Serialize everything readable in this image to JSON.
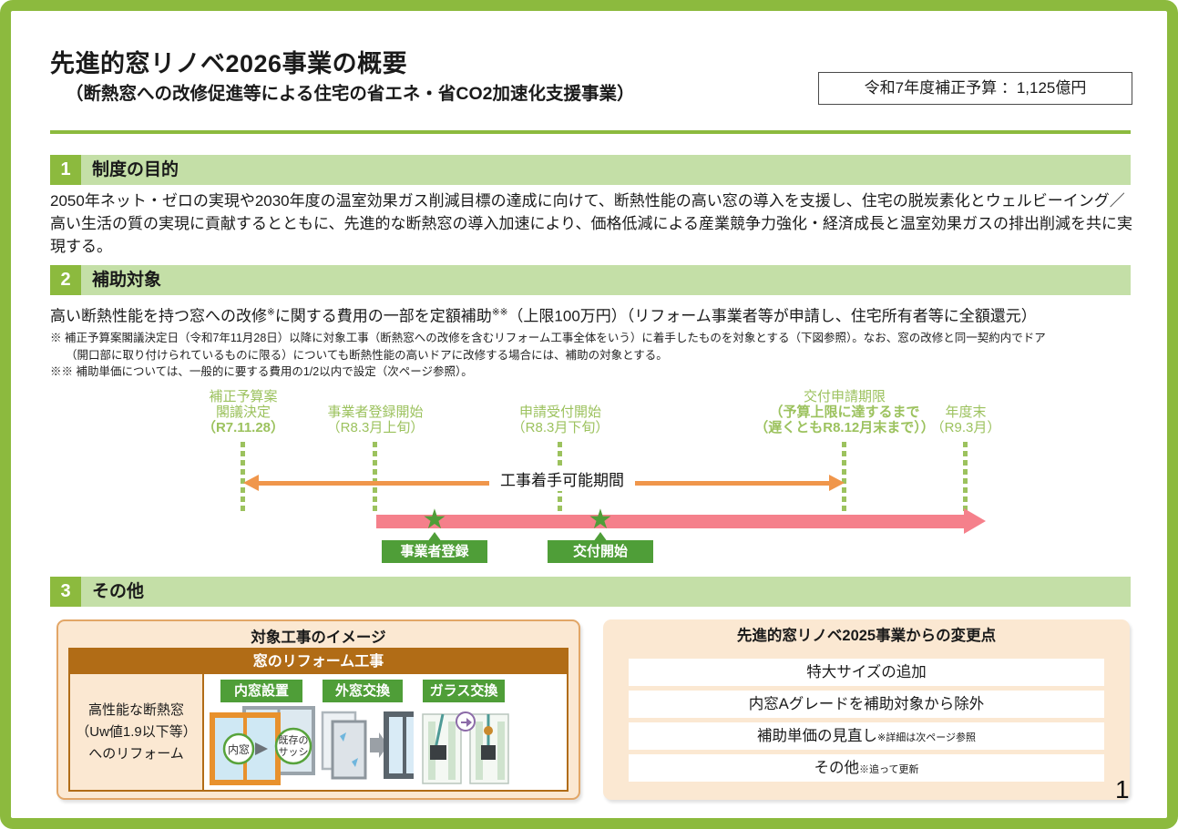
{
  "header": {
    "title": "先進的窓リノベ2026事業の概要",
    "subtitle": "（断熱窓への改修促進等による住宅の省エネ・省CO2加速化支援事業）",
    "budget": "令和7年度補正予算 ：1,125億円"
  },
  "sections": {
    "purpose": {
      "number": "1",
      "title": "制度の目的",
      "body": "2050年ネット・ゼロの実現や2030年度の温室効果ガス削減目標の達成に向けて、断熱性能の高い窓の導入を支援し、住宅の脱炭素化とウェルビーイング／高い生活の質の実現に貢献するとともに、先進的な断熱窓の導入加速により、価格低減による産業競争力強化・経済成長と温室効果ガスの排出削減を共に実現する。"
    },
    "subsidy": {
      "number": "2",
      "title": "補助対象",
      "body_p1": "高い断熱性能を持つ窓への改修",
      "body_sup1": "※",
      "body_p2": "に関する費用の一部を定額補助",
      "body_sup2": "※※",
      "body_p3": "（上限100万円）（リフォーム事業者等が申請し、住宅所有者等に全額還元）",
      "note1_line1": "※ 補正予算案閣議決定日（令和7年11月28日）以降に対象工事（断熱窓への改修を含むリフォーム工事全体をいう）に着手したものを対象とする（下図参照）。なお、窓の改修と同一契約内でドア",
      "note1_line2": "（開口部に取り付けられているものに限る）についても断熱性能の高いドアに改修する場合には、補助の対象とする。",
      "note2": "※※ 補助単価については、一般的に要する費用の1/2以内で設定（次ページ参照）。"
    },
    "other": {
      "number": "3",
      "title": "その他"
    }
  },
  "timeline": {
    "milestones": [
      {
        "name": "補正予算案\n閣議決定",
        "date": "（R7.11.28）"
      },
      {
        "name": "事業者登録開始",
        "date": "（R8.3月上旬）"
      },
      {
        "name": "申請受付開始",
        "date": "（R8.3月下旬）"
      },
      {
        "name": "交付申請期限",
        "date": "（予算上限に達するまで\n（遅くともR8.12月末まで））"
      },
      {
        "name": "年度末",
        "date": "（R9.3月）"
      }
    ],
    "period_label": "工事着手可能期間",
    "events": [
      {
        "label": "事業者登録"
      },
      {
        "label": "交付開始"
      }
    ]
  },
  "work_image_box": {
    "title": "対象工事のイメージ",
    "header": "窓のリフォーム工事",
    "left_text": "高性能な断熱窓\n（Uw値1.9以下等）\nへのリフォーム",
    "chips": [
      "内窓設置",
      "外窓交換",
      "ガラス交換"
    ],
    "labels": {
      "inner_window": "内窓",
      "existing_sash_line1": "既存の",
      "existing_sash_line2": "サッシ"
    }
  },
  "changes_box": {
    "title": "先進的窓リノベ2025事業からの変更点",
    "rows": [
      {
        "main": "特大サイズの追加",
        "note": ""
      },
      {
        "main": "内窓Aグレードを補助対象から除外",
        "note": ""
      },
      {
        "main": "補助単価の見直し",
        "note": "※詳細は次ページ参照"
      },
      {
        "main": "その他",
        "note": "※追って更新"
      }
    ]
  },
  "footer": {
    "page_number": "1"
  },
  "colors": {
    "frame_green": "#8CBA3E",
    "light_green": "#C4DFA7",
    "accent_green": "#4F9E38",
    "timeline_green": "#9CC25E",
    "orange": "#F0964B",
    "pink": "#F5808B",
    "brown": "#B16C16",
    "peach": "#FBE8D2"
  }
}
